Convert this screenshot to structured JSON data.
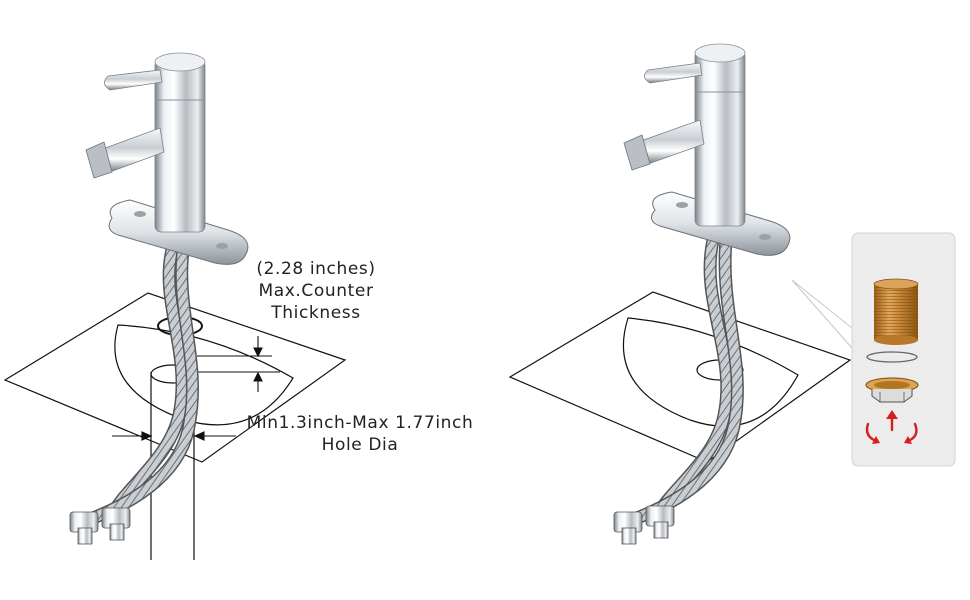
{
  "diagram": {
    "counter_thickness": {
      "line1": "(2.28  inches)",
      "line2": "Max.Counter",
      "line3": "Thickness"
    },
    "hole_diameter": {
      "line1": "Min1.3inch-Max 1.77inch",
      "line2": "Hole Dia"
    }
  },
  "parts_callout": {
    "items": [
      "threaded-shank-icon",
      "rubber-washer-icon",
      "mounting-nut-icon",
      "tighten-rotation-arrows-icon"
    ],
    "accent_color": "#d41f1f"
  },
  "colors": {
    "chrome_light": "#f4f6f8",
    "chrome_dark": "#6c7279",
    "line": "#111111",
    "brass": "#c98a34"
  }
}
